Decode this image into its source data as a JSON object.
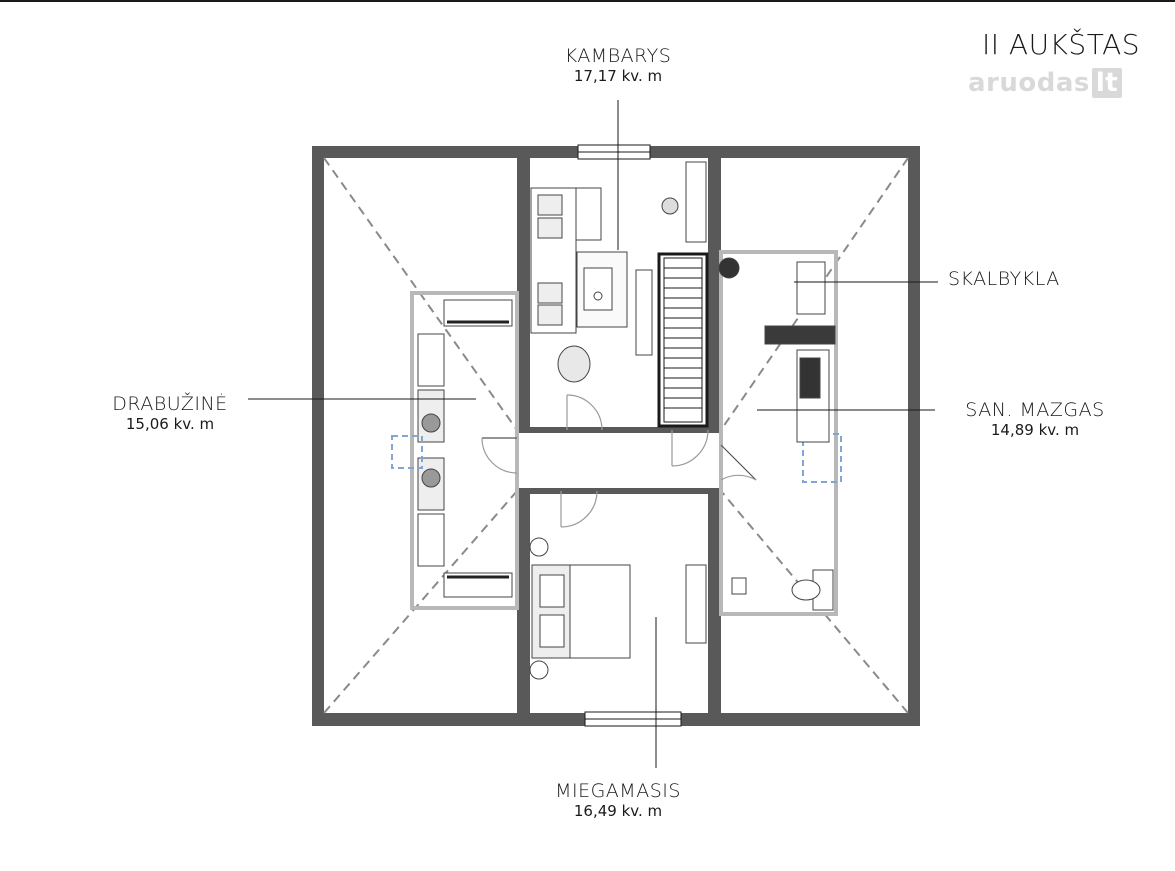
{
  "floor_title": "II AUKŠTAS",
  "watermark": {
    "brand": "aruodas",
    "suffix": "lt"
  },
  "rooms": {
    "kambarys": {
      "name": "KAMBARYS",
      "area": "17,17 kv. m"
    },
    "drabuzine": {
      "name": "DRABUŽINĖ",
      "area": "15,06 kv. m"
    },
    "skalbykla": {
      "name": "SKALBYKLA"
    },
    "san_mazgas": {
      "name": "SAN. MAZGAS",
      "area": "14,89 kv. m"
    },
    "miegamasis": {
      "name": "MIEGAMASIS",
      "area": "16,49 kv. m"
    }
  },
  "colors": {
    "wall": "#595959",
    "line": "#1a1a1a",
    "roof_outline": "#b8b8b8",
    "dashed": "#8a8a8a",
    "accent_blue": "#7fa6d6"
  }
}
